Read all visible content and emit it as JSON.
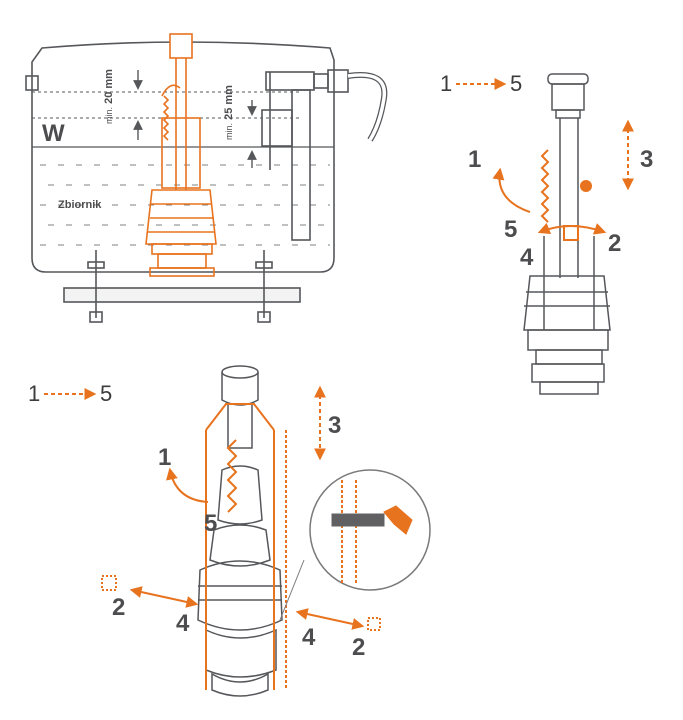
{
  "labels": {
    "water_level": "W",
    "tank": "Zbiornik",
    "min_a_prefix": "min.",
    "min_a_value": "20 mm",
    "min_b_prefix": "min.",
    "min_b_value": "25 mm",
    "seq_start": "1",
    "seq_end": "5",
    "step1": "1",
    "step2": "2",
    "step3": "3",
    "step4": "4",
    "step5": "5"
  },
  "colors": {
    "accent": "#e8731f",
    "line": "#55575a",
    "dash": "#e8731f"
  }
}
